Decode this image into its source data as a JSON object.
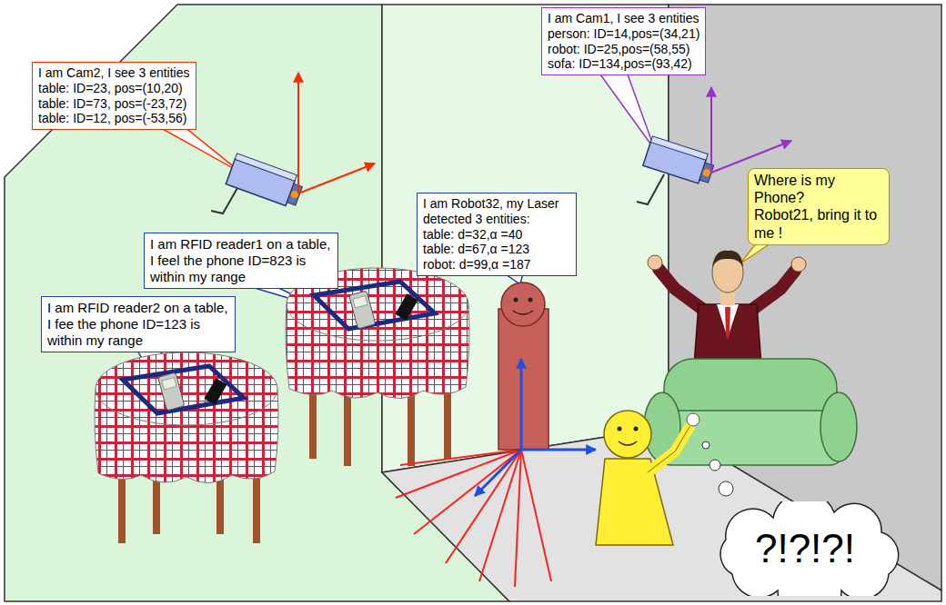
{
  "diagram": {
    "nodes": [
      {
        "text": [
          "I am Cam2, I see 3 entities",
          "table: ID=23, pos=(10,20)",
          "table: ID=73, pos=(-23,72)",
          "table: ID=12, pos=(-53,56)"
        ]
      },
      {
        "text": [
          "I am Cam1, I see 3 entities",
          "person: ID=14,pos=(34,21)",
          "robot: ID=25,pos=(58,55)",
          "sofa: ID=134,pos=(93,42)"
        ]
      },
      {
        "text": [
          "I am Robot32, my Laser detected 3 entities:",
          "table: d=32,α =40",
          "table: d=67,α =123",
          "robot: d=99,α =187"
        ]
      },
      {
        "text": [
          "Where is my Phone?",
          "Robot21, bring it to me !"
        ]
      },
      {
        "text": [
          "I am RFID reader1 on a table, I feel the phone ID=823 is within my range"
        ]
      },
      {
        "text": [
          "I am RFID reader2 on a table, I fee the phone ID=123 is within my range"
        ]
      },
      {
        "text": [
          "?!?!?!"
        ]
      }
    ]
  }
}
